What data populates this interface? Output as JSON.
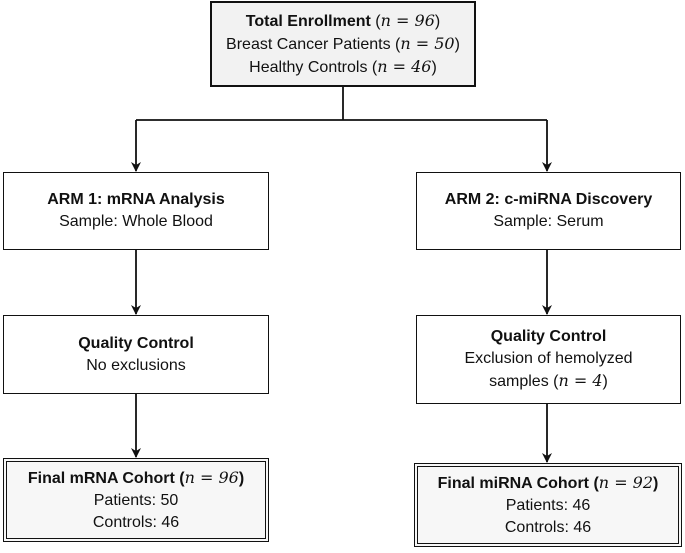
{
  "top": {
    "title": "Total Enrollment",
    "title_n": "n = 96",
    "line1": "Breast Cancer Patients",
    "line1_n": "n = 50",
    "line2": "Healthy Controls",
    "line2_n": "n = 46"
  },
  "arm1": {
    "title": "ARM 1: mRNA Analysis",
    "sample": "Sample: Whole Blood",
    "qc_title": "Quality Control",
    "qc_text": "No exclusions",
    "final_title": "Final mRNA Cohort",
    "final_n": "n = 96",
    "patients": "Patients: 50",
    "controls": "Controls: 46"
  },
  "arm2": {
    "title": "ARM 2: c-miRNA Discovery",
    "sample": "Sample: Serum",
    "qc_title": "Quality Control",
    "qc_text1": "Exclusion of hemolyzed",
    "qc_text2": "samples",
    "qc_n": "n = 4",
    "final_title": "Final miRNA Cohort",
    "final_n": "n = 92",
    "patients": "Patients: 46",
    "controls": "Controls: 46"
  }
}
